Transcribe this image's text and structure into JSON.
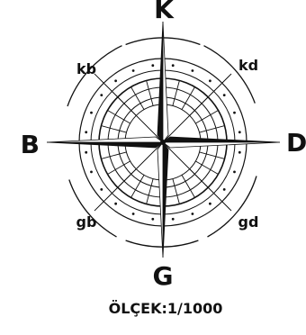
{
  "compass": {
    "north": "K",
    "south": "G",
    "east": "D",
    "west": "B",
    "northeast": "kd",
    "northwest": "kb",
    "southeast": "gd",
    "southwest": "gb"
  },
  "scale": "ÖLÇEK:1/1000",
  "colors": {
    "ink": "#111111",
    "background": "#ffffff"
  }
}
